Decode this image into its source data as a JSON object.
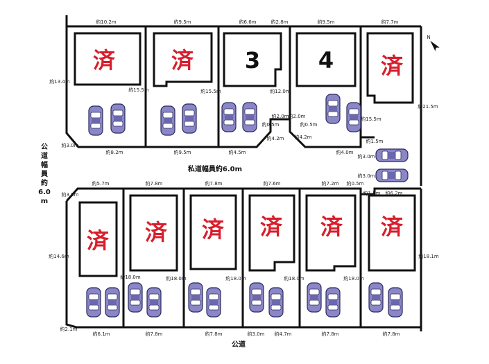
{
  "colors": {
    "sold": "#d81e2c",
    "available": "#111111",
    "car_body": "#8a86c8",
    "car_outline": "#2a2a5a",
    "lot_line": "#111111"
  },
  "roads": {
    "private_road": "私道幅員約6.0m",
    "public_road_bottom": "公道",
    "public_road_left": [
      "公",
      "道",
      "幅",
      "員",
      "約",
      "6.0",
      "m"
    ]
  },
  "compass": {
    "label": "N",
    "icon": "north-arrow-icon"
  },
  "lot_marks": {
    "top": [
      "済",
      "済",
      "3",
      "4",
      "済"
    ],
    "bottom": [
      "済",
      "済",
      "済",
      "済",
      "済",
      "済"
    ]
  },
  "dimensions": {
    "top_frontage": [
      "約10.2m",
      "約9.5m",
      "約6.6m",
      "約2.8m",
      "約9.5m",
      "約7.7m"
    ],
    "top_depth": [
      "約13.4m",
      "約15.5m",
      "約15.5m",
      "約12.0m",
      "約15.5m",
      "約21.5m"
    ],
    "top_road_side": [
      "約3.0m",
      "約8.2m",
      "約9.5m",
      "約4.5m",
      "約4.2m",
      "約4.2m",
      "約4.0m",
      "約1.5m",
      "約3.0m",
      "約3.0m"
    ],
    "notch": [
      "約2.0m",
      "約2.0m",
      "約0.5m",
      "約0.5m"
    ],
    "bottom_road_side": [
      "約3.0m",
      "約5.7m",
      "約7.8m",
      "約7.8m",
      "約7.6m",
      "約7.2m",
      "約0.5m",
      "約1.5m",
      "約6.2m"
    ],
    "bottom_depth": [
      "約14.6m",
      "約18.0m",
      "約18.0m",
      "約18.0m",
      "約18.0m",
      "約18.1m",
      "約18.0m"
    ],
    "bottom_frontage": [
      "約2.1m",
      "約6.1m",
      "約7.8m",
      "約7.8m",
      "約3.0m",
      "約4.7m",
      "約7.8m",
      "約7.8m"
    ]
  }
}
